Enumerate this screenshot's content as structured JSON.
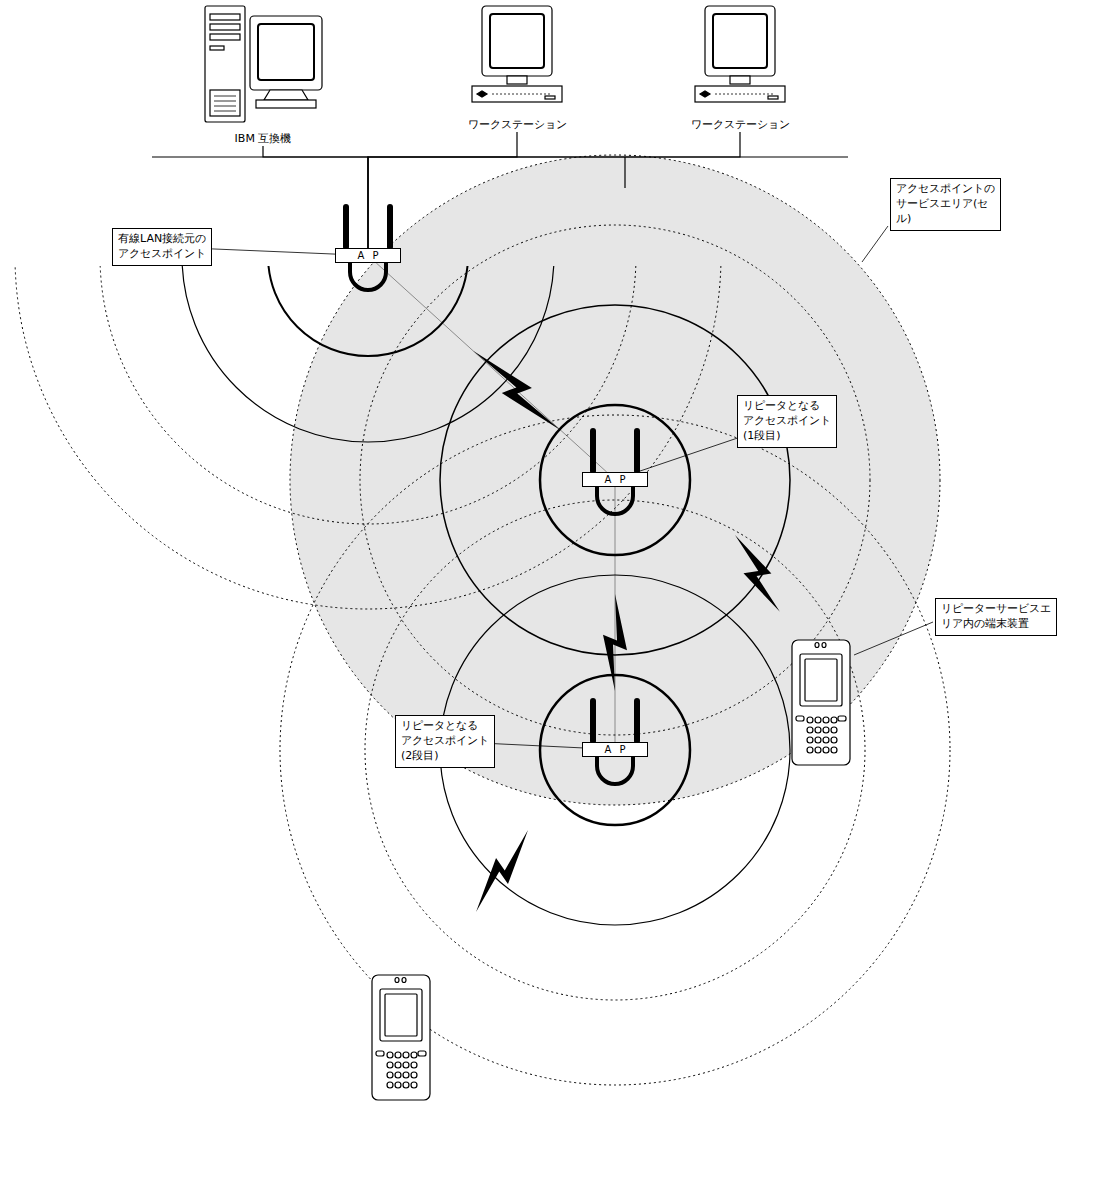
{
  "diagram": {
    "nodes": [
      {
        "text": [
          "IBM 互換機"
        ]
      },
      {
        "text": [
          "ワークステーション"
        ]
      },
      {
        "text": [
          "ワークステーション"
        ]
      },
      {
        "text": [
          "アクセスポイントの サービスエリア(セ ル)"
        ]
      },
      {
        "text": [
          "有線LAN接続元の アクセスポイント"
        ]
      },
      {
        "text": [
          "AP"
        ]
      },
      {
        "text": [
          "リピータとなる アクセスポイント (1段目)"
        ]
      },
      {
        "text": [
          "AP"
        ]
      },
      {
        "text": [
          "リピーターサービスエ リア内の端末装置"
        ]
      },
      {
        "text": [
          "リピータとなる アクセスポイント (2段目)"
        ]
      },
      {
        "text": [
          "AP"
        ]
      }
    ],
    "edges": [
      {
        "from": 0,
        "to": 5,
        "arrow": "none"
      },
      {
        "from": 1,
        "to": 5,
        "arrow": "none"
      },
      {
        "from": 2,
        "to": 5,
        "arrow": "none"
      },
      {
        "from": 4,
        "to": 5,
        "arrow": "none"
      },
      {
        "from": 5,
        "to": 7,
        "arrow": "none"
      },
      {
        "from": 6,
        "to": 7,
        "arrow": "none"
      },
      {
        "from": 7,
        "to": 10,
        "arrow": "none"
      },
      {
        "from": 9,
        "to": 10,
        "arrow": "none"
      }
    ]
  }
}
